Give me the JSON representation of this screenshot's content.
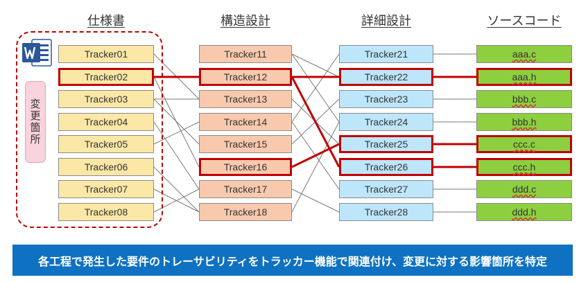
{
  "columns": [
    {
      "header": "仕様書",
      "items": [
        "Tracker01",
        "Tracker02",
        "Tracker03",
        "Tracker04",
        "Tracker05",
        "Tracker06",
        "Tracker07",
        "Tracker08"
      ]
    },
    {
      "header": "構造設計",
      "items": [
        "Tracker11",
        "Tracker12",
        "Tracker13",
        "Tracker14",
        "Tracker15",
        "Tracker16",
        "Tracker17",
        "Tracker18"
      ]
    },
    {
      "header": "詳細設計",
      "items": [
        "Tracker21",
        "Tracker22",
        "Tracker23",
        "Tracker24",
        "Tracker25",
        "Tracker26",
        "Tracker27",
        "Tracker28"
      ]
    },
    {
      "header": "ソースコード",
      "items": [
        "aaa.c",
        "aaa.h",
        "bbb.c",
        "bbb.h",
        "ccc.c",
        "ccc.h",
        "ddd.c",
        "ddd.h"
      ]
    }
  ],
  "highlighted": [
    {
      "column": 0,
      "row": 1
    },
    {
      "column": 1,
      "row": 1
    },
    {
      "column": 1,
      "row": 5
    },
    {
      "column": 2,
      "row": 1
    },
    {
      "column": 2,
      "row": 4
    },
    {
      "column": 2,
      "row": 5
    },
    {
      "column": 3,
      "row": 1
    },
    {
      "column": 3,
      "row": 4
    },
    {
      "column": 3,
      "row": 5
    }
  ],
  "links": [
    {
      "from": [
        0,
        0
      ],
      "to": [
        1,
        2
      ]
    },
    {
      "from": [
        0,
        1
      ],
      "to": [
        1,
        1
      ]
    },
    {
      "from": [
        0,
        1
      ],
      "to": [
        1,
        5
      ]
    },
    {
      "from": [
        0,
        2
      ],
      "to": [
        1,
        2
      ]
    },
    {
      "from": [
        0,
        2
      ],
      "to": [
        1,
        4
      ]
    },
    {
      "from": [
        0,
        3
      ],
      "to": [
        1,
        6
      ]
    },
    {
      "from": [
        0,
        4
      ],
      "to": [
        1,
        3
      ]
    },
    {
      "from": [
        0,
        5
      ],
      "to": [
        1,
        7
      ]
    },
    {
      "from": [
        0,
        6
      ],
      "to": [
        1,
        7
      ]
    },
    {
      "from": [
        0,
        7
      ],
      "to": [
        1,
        6
      ]
    },
    {
      "from": [
        1,
        0
      ],
      "to": [
        2,
        1
      ]
    },
    {
      "from": [
        1,
        0
      ],
      "to": [
        2,
        3
      ]
    },
    {
      "from": [
        1,
        1
      ],
      "to": [
        2,
        1
      ]
    },
    {
      "from": [
        1,
        1
      ],
      "to": [
        2,
        5
      ]
    },
    {
      "from": [
        1,
        2
      ],
      "to": [
        2,
        4
      ]
    },
    {
      "from": [
        1,
        3
      ],
      "to": [
        2,
        0
      ]
    },
    {
      "from": [
        1,
        3
      ],
      "to": [
        2,
        6
      ]
    },
    {
      "from": [
        1,
        4
      ],
      "to": [
        2,
        2
      ]
    },
    {
      "from": [
        1,
        5
      ],
      "to": [
        2,
        4
      ]
    },
    {
      "from": [
        1,
        6
      ],
      "to": [
        2,
        7
      ]
    },
    {
      "from": [
        1,
        7
      ],
      "to": [
        2,
        3
      ]
    },
    {
      "from": [
        2,
        0
      ],
      "to": [
        3,
        0
      ]
    },
    {
      "from": [
        2,
        1
      ],
      "to": [
        3,
        1
      ]
    },
    {
      "from": [
        2,
        2
      ],
      "to": [
        3,
        2
      ]
    },
    {
      "from": [
        2,
        3
      ],
      "to": [
        3,
        3
      ]
    },
    {
      "from": [
        2,
        4
      ],
      "to": [
        3,
        4
      ]
    },
    {
      "from": [
        2,
        5
      ],
      "to": [
        3,
        5
      ]
    },
    {
      "from": [
        2,
        6
      ],
      "to": [
        3,
        6
      ]
    },
    {
      "from": [
        2,
        7
      ],
      "to": [
        3,
        7
      ]
    }
  ],
  "highlighted_links": [
    {
      "from": [
        0,
        1
      ],
      "to": [
        1,
        1
      ]
    },
    {
      "from": [
        1,
        1
      ],
      "to": [
        2,
        1
      ]
    },
    {
      "from": [
        1,
        1
      ],
      "to": [
        2,
        5
      ]
    },
    {
      "from": [
        1,
        5
      ],
      "to": [
        2,
        4
      ]
    },
    {
      "from": [
        2,
        1
      ],
      "to": [
        3,
        1
      ]
    },
    {
      "from": [
        2,
        4
      ],
      "to": [
        3,
        4
      ]
    },
    {
      "from": [
        2,
        5
      ],
      "to": [
        3,
        5
      ]
    }
  ],
  "change_label": "変更箇所",
  "banner": "各工程で発生した要件のトレーサビリティをトラッカー機能で関連付け、変更に対する影響箇所を特定",
  "icon": "word-document-icon",
  "colors": {
    "spec": "#fbe8a6",
    "structure": "#f8c9ad",
    "detail": "#bde6fb",
    "source": "#8dcf3f",
    "highlight": "#c00000",
    "banner": "#0e71c2"
  }
}
